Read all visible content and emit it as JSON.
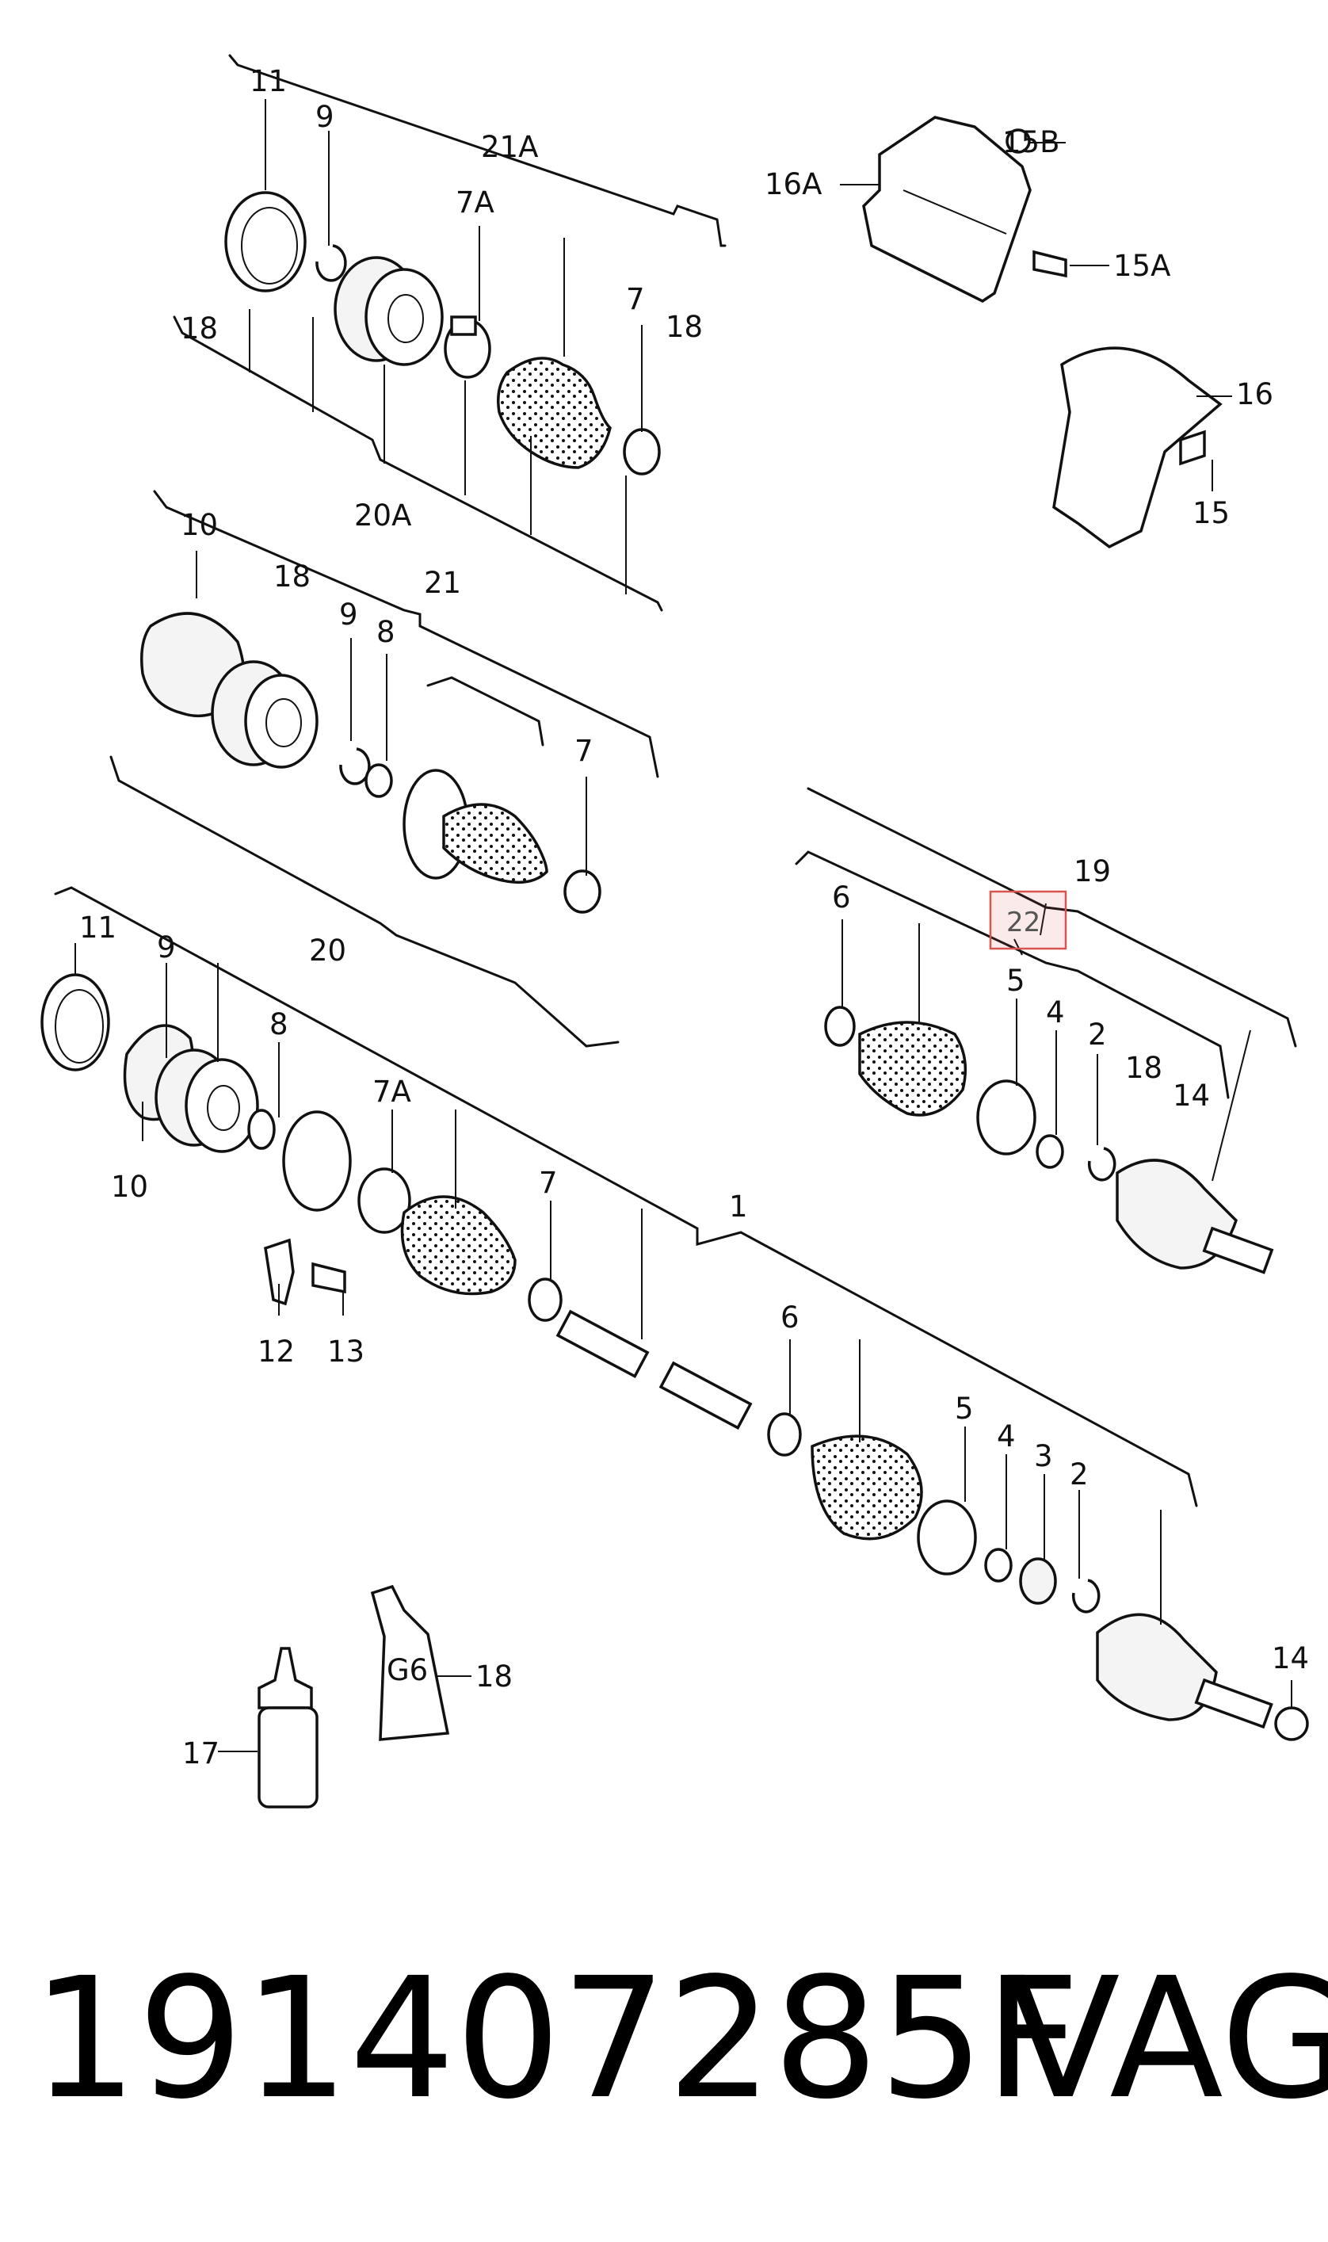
{
  "labels": {
    "l1": "1",
    "l2a": "2",
    "l2b": "2",
    "l3": "3",
    "l4a": "4",
    "l4b": "4",
    "l5a": "5",
    "l5b": "5",
    "l6a": "6",
    "l6b": "6",
    "l7a": "7",
    "l7b": "7",
    "l7c": "7",
    "l7Aa": "7A",
    "l7Ab": "7A",
    "l8a": "8",
    "l8b": "8",
    "l9a": "9",
    "l9b": "9",
    "l9c": "9",
    "l10a": "10",
    "l10b": "10",
    "l11a": "11",
    "l11b": "11",
    "l12": "12",
    "l13": "13",
    "l14a": "14",
    "l14b": "14",
    "l15": "15",
    "l15A": "15A",
    "l15B": "15B",
    "l16": "16",
    "l16A": "16A",
    "l17": "17",
    "l18a": "18",
    "l18b": "18",
    "l18c": "18",
    "l18d": "18",
    "l18e": "18",
    "l19": "19",
    "l20": "20",
    "l20A": "20A",
    "l21": "21",
    "l21A": "21A",
    "l22": "22"
  },
  "tube_text": "G6",
  "footer": {
    "part_number": "191407285F",
    "brand": "VAG"
  }
}
